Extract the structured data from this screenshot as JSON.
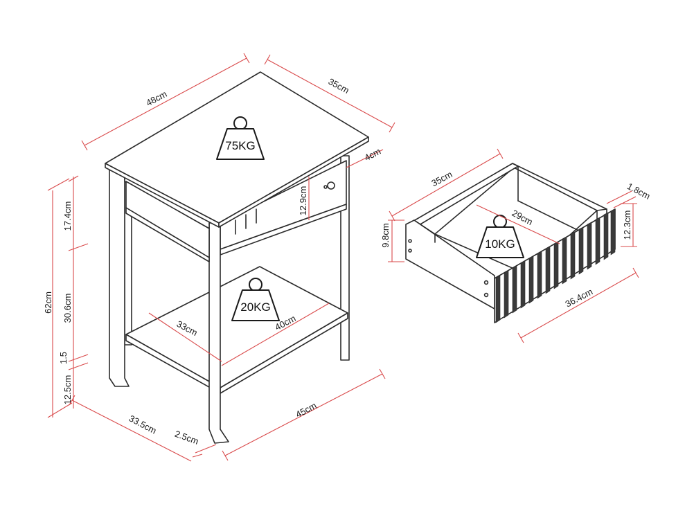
{
  "colors": {
    "dimension": "#d9494a",
    "outline": "#2b2b2b"
  },
  "icons": {
    "weight": "weight-icon"
  },
  "table": {
    "top_load": "75KG",
    "shelf_load": "20KG",
    "dimensions": {
      "top_width": "48cm",
      "top_depth": "35cm",
      "top_thickness": "4cm",
      "drawer_height": "12.9cm",
      "upper_section": "17.4cm",
      "middle_section": "30.6cm",
      "total_height": "62cm",
      "shelf_thickness": "1.5",
      "leg_height": "12.5cm",
      "base_depth": "33.5cm",
      "leg_width": "2.5cm",
      "base_width": "45cm",
      "shelf_depth": "33cm",
      "shelf_width": "40cm"
    }
  },
  "drawer": {
    "load": "10KG",
    "dimensions": {
      "depth": "35cm",
      "inner_width": "29cm",
      "front_thickness": "1.8cm",
      "height": "9.8cm",
      "front_height": "12.3cm",
      "front_width": "36.4cm"
    }
  }
}
